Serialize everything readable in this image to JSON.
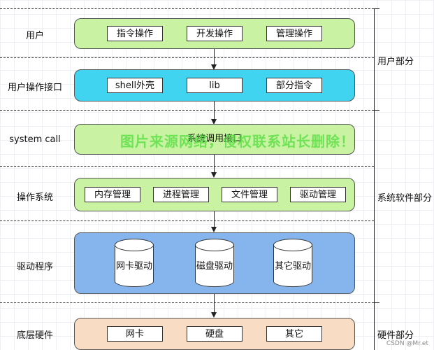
{
  "layers": [
    {
      "label": "用户",
      "color": "#c9f3a2",
      "items": [
        "指令操作",
        "开发操作",
        "管理操作"
      ]
    },
    {
      "label": "用户操作接口",
      "color": "#40d4f0",
      "items": [
        "shell外壳",
        "lib",
        "部分指令"
      ]
    },
    {
      "label": "system call",
      "color": "#c9f3a2",
      "items": [
        "系统调用接口"
      ]
    },
    {
      "label": "操作系统",
      "color": "#c9f3a2",
      "items": [
        "内存管理",
        "进程管理",
        "文件管理",
        "驱动管理"
      ]
    },
    {
      "label": "驱动程序",
      "color": "#86b5ee",
      "items": [
        "网卡驱动",
        "磁盘驱动",
        "其它驱动"
      ]
    },
    {
      "label": "底层硬件",
      "color": "#f9dcc4",
      "items": [
        "网卡",
        "硬盘",
        "其它"
      ]
    }
  ],
  "sections": {
    "user": "用户部分",
    "system_software": "系统软件部分",
    "hardware": "硬件部分"
  },
  "watermark": "图片来源网络，侵权联系站长删除！",
  "corner_credit": "CSDN @Mr.et"
}
